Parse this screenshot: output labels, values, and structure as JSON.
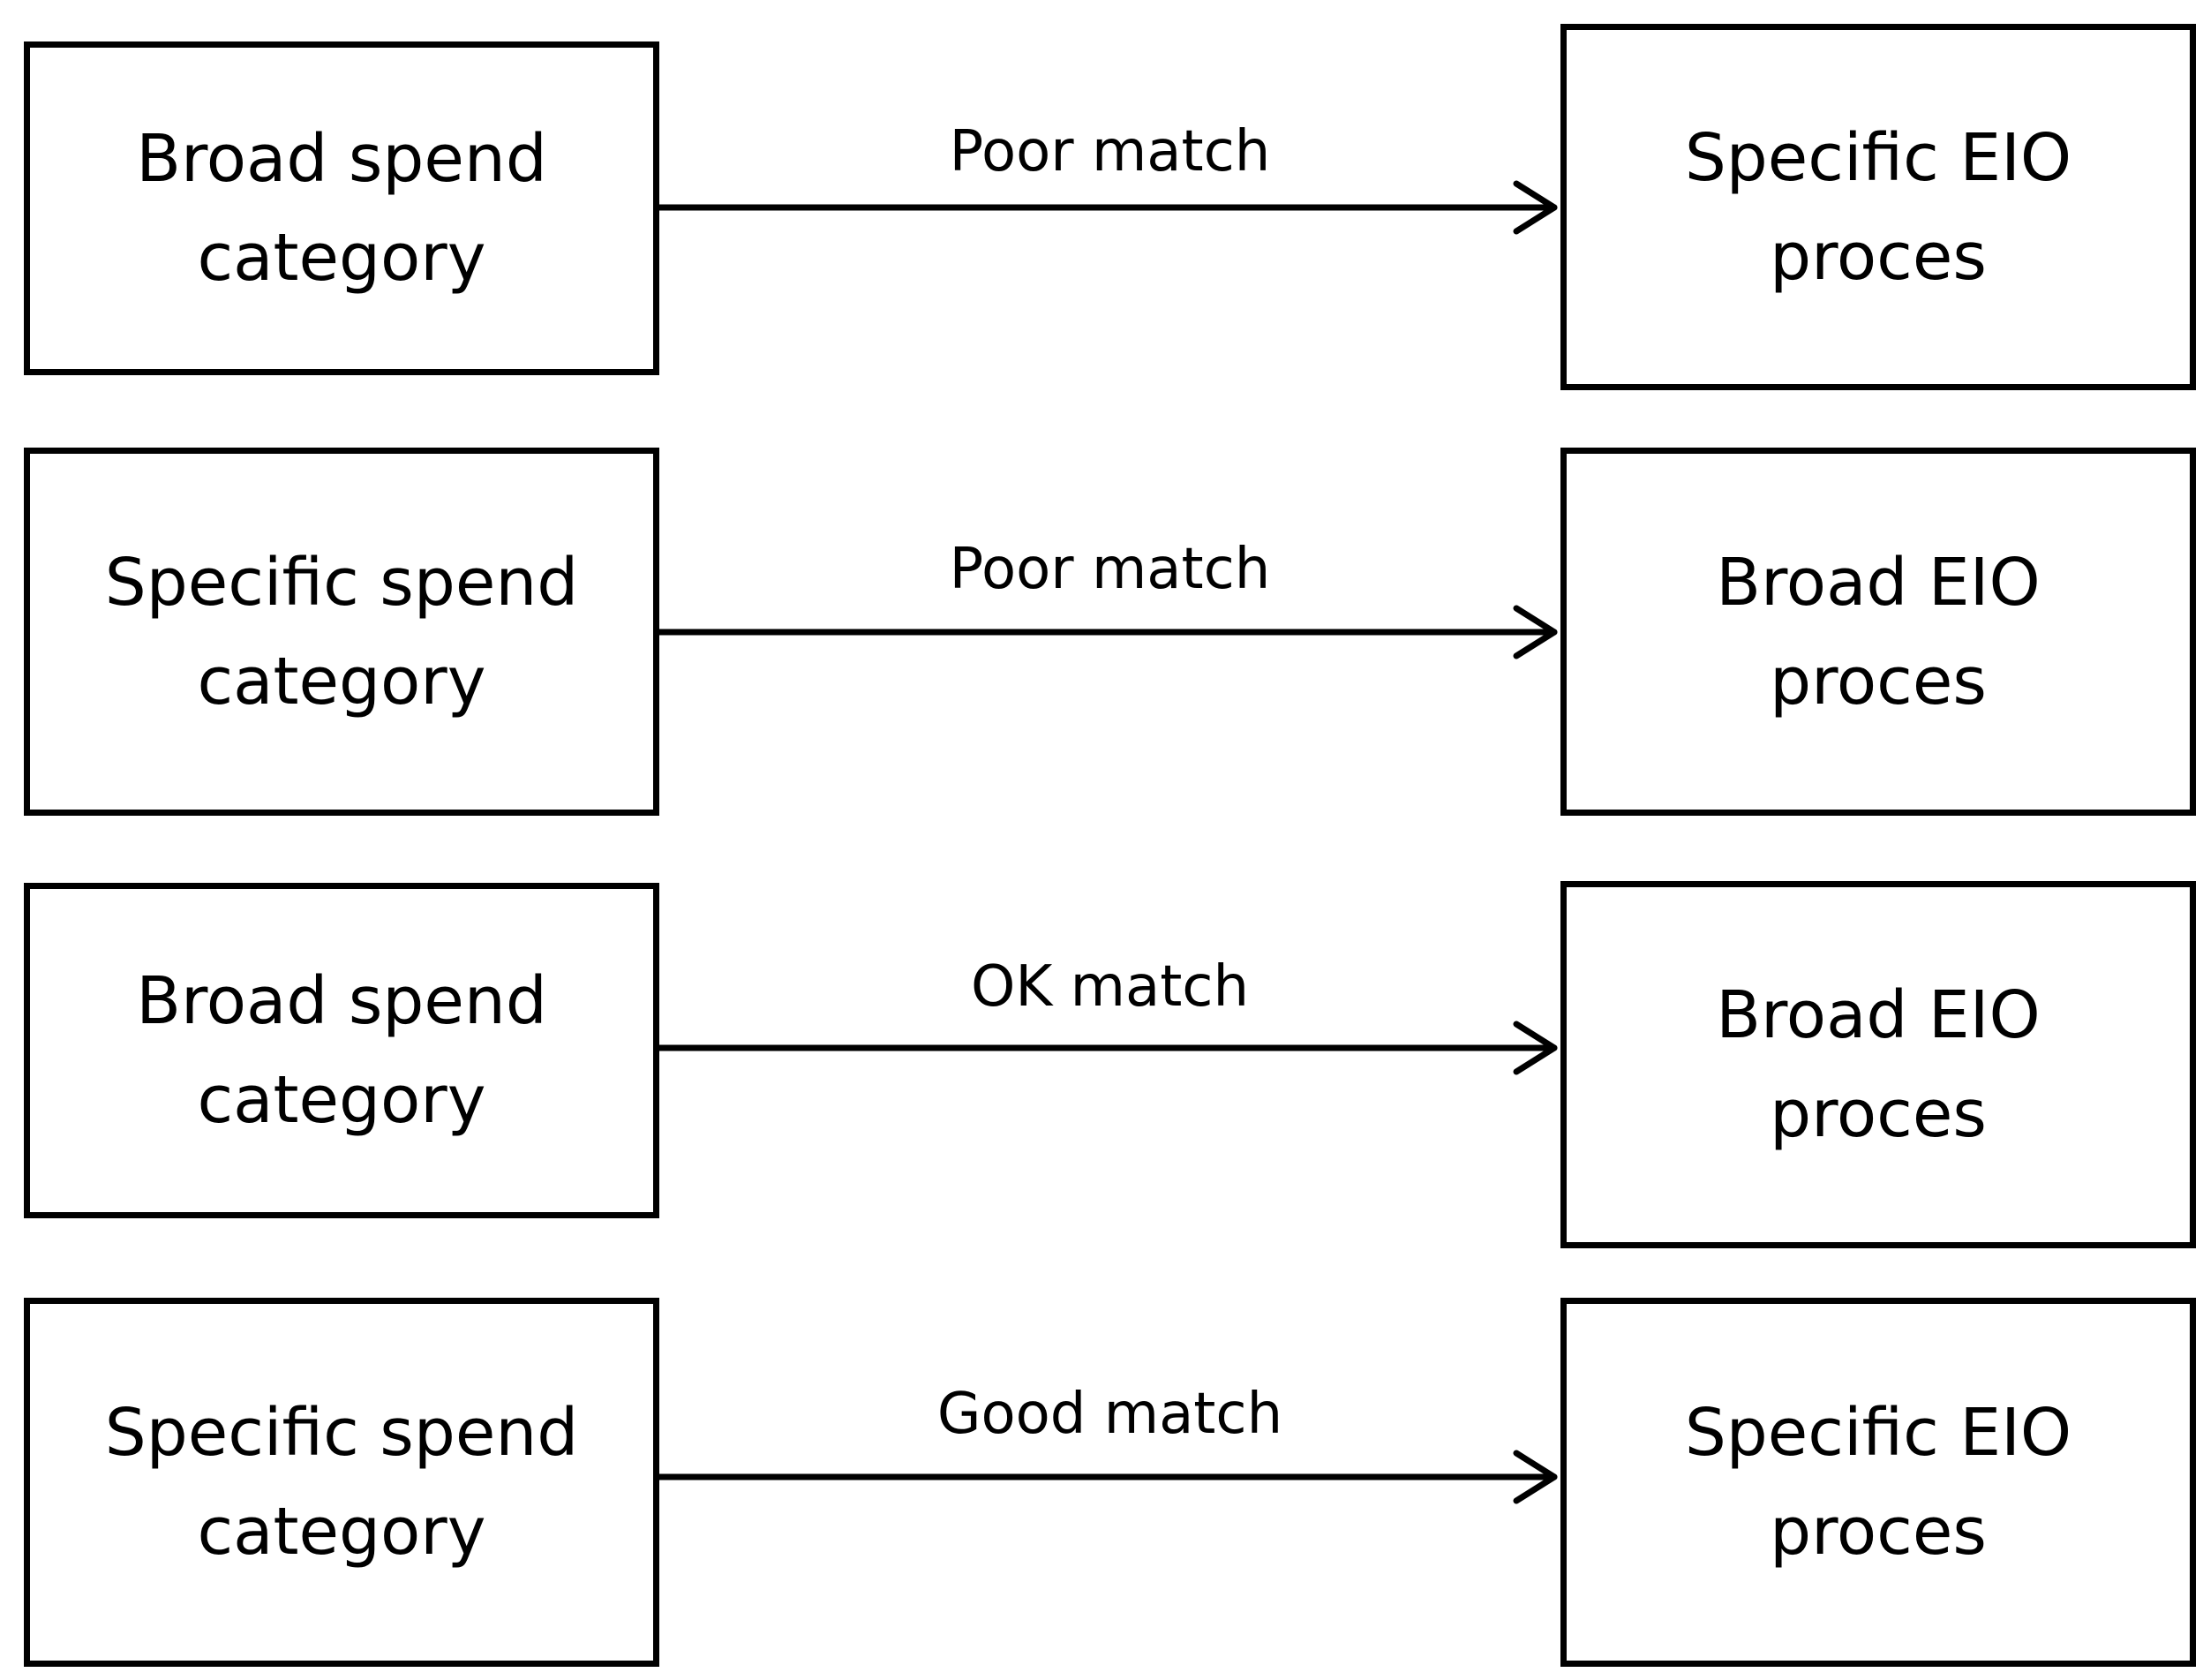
{
  "rows": [
    {
      "source": {
        "line1": "Broad spend",
        "line2": "category"
      },
      "relation": "Poor match",
      "target": {
        "line1": "Specific EIO",
        "line2": "proces"
      }
    },
    {
      "source": {
        "line1": "Specific spend",
        "line2": "category"
      },
      "relation": "Poor match",
      "target": {
        "line1": "Broad EIO",
        "line2": "proces"
      }
    },
    {
      "source": {
        "line1": "Broad spend",
        "line2": "category"
      },
      "relation": "OK match",
      "target": {
        "line1": "Broad EIO",
        "line2": "proces"
      }
    },
    {
      "source": {
        "line1": "Specific spend",
        "line2": "category"
      },
      "relation": "Good match",
      "target": {
        "line1": "Specific EIO",
        "line2": "proces"
      }
    }
  ]
}
